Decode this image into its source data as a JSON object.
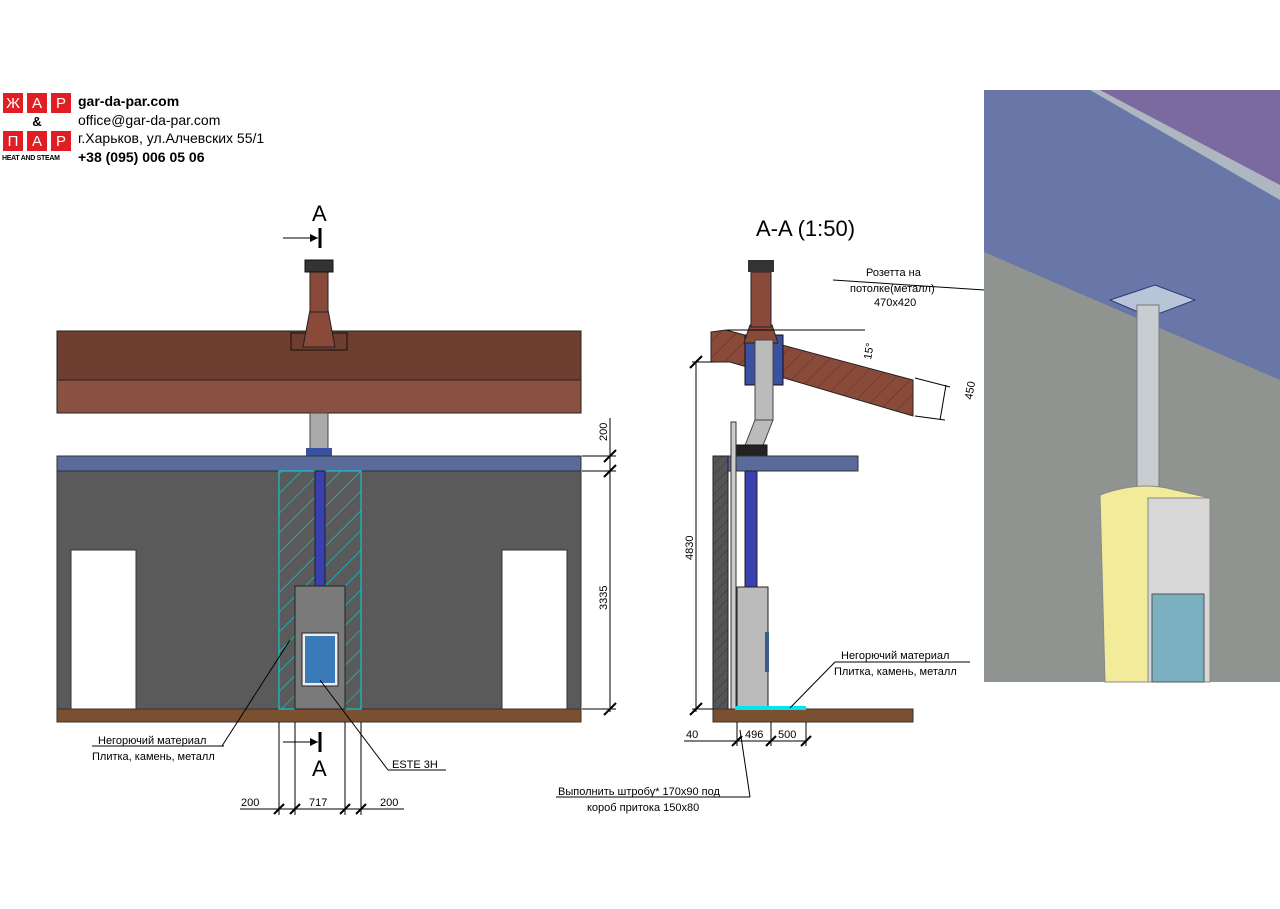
{
  "logo": {
    "top_letters": [
      "Ж",
      "А",
      "Р"
    ],
    "ampersand": "&",
    "bottom_letters": [
      "П",
      "А",
      "Р"
    ],
    "tagline": "HEAT AND STEAM"
  },
  "contact": {
    "website": "gar-da-par.com",
    "email": "office@gar-da-par.com",
    "address": "г.Харьков, ул.Алчевских 55/1",
    "phone": "+38 (095) 006 05 06"
  },
  "front_view": {
    "section_mark_top": "A",
    "section_mark_bottom": "A",
    "dim_ceiling": "200",
    "dim_height": "3335",
    "dim_left": "200",
    "dim_stove": "717",
    "dim_right": "200",
    "material_label_1": "Негорючий материал",
    "material_label_2": "Плитка, камень, металл",
    "stove_label": "ESTE 3H"
  },
  "section_view": {
    "title": "A-A (1:50)",
    "rosette_1": "Розетта на",
    "rosette_2": "потолке(металл)",
    "rosette_3": "470x420",
    "angle": "15°",
    "roof_thickness": "450",
    "dim_height": "4830",
    "dim_40": "40",
    "dim_496": "496",
    "dim_500": "500",
    "material_label_1": "Негорючий материал",
    "material_label_2": "Плитка, камень, металл",
    "groove_1": "Выполнить штробу* 170x90 под",
    "groove_2": "короб притока 150x80"
  },
  "colors": {
    "brand_red": "#e01e24",
    "roof": "#6e3e30",
    "wall": "#5a5a5a",
    "ceiling": "#5a6a9a",
    "floor": "#7a5030",
    "noncombustible": "#00e5ee"
  }
}
